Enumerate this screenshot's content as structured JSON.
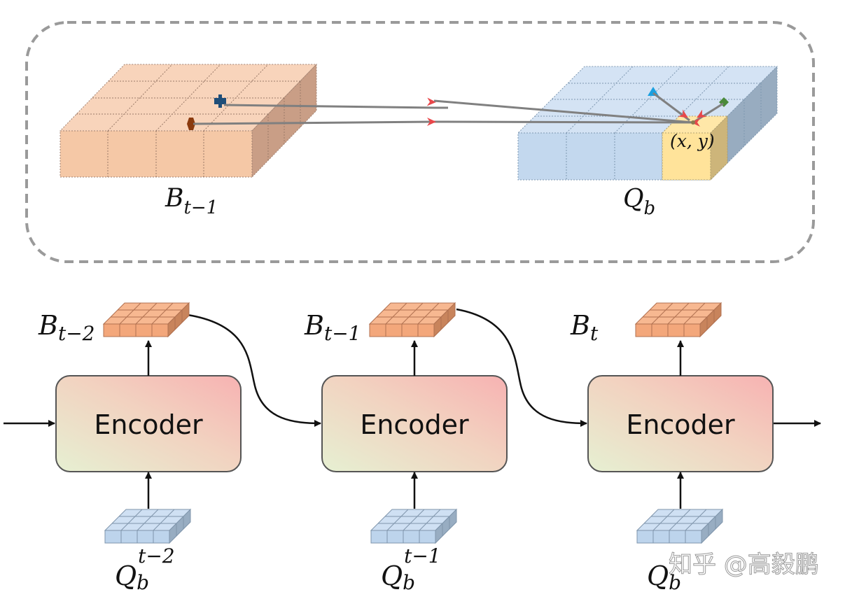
{
  "top_panel": {
    "left_grid_label": {
      "base": "B",
      "sub": "t−1"
    },
    "right_grid_label": {
      "base": "Q",
      "sub": "b"
    },
    "point_label": "(x, y)"
  },
  "pipeline": [
    {
      "encoder_label": "Encoder",
      "output_label": {
        "base": "B",
        "sub": "t−2"
      },
      "input_label": {
        "base": "Q",
        "sub": "b",
        "sup": "t−2"
      }
    },
    {
      "encoder_label": "Encoder",
      "output_label": {
        "base": "B",
        "sub": "t−1"
      },
      "input_label": {
        "base": "Q",
        "sub": "b",
        "sup": "t−1"
      }
    },
    {
      "encoder_label": "Encoder",
      "output_label": {
        "base": "B",
        "sub": "t"
      },
      "input_label": {
        "base": "Q",
        "sub": "b"
      }
    }
  ],
  "watermark": "知乎 @高毅鹏",
  "colors": {
    "bev_orange": "#f5c9a8",
    "query_blue": "#c5d9ee",
    "highlight_yellow": "#ffe49a",
    "arrow_red": "#e8474a",
    "dashed_border": "#999999"
  }
}
